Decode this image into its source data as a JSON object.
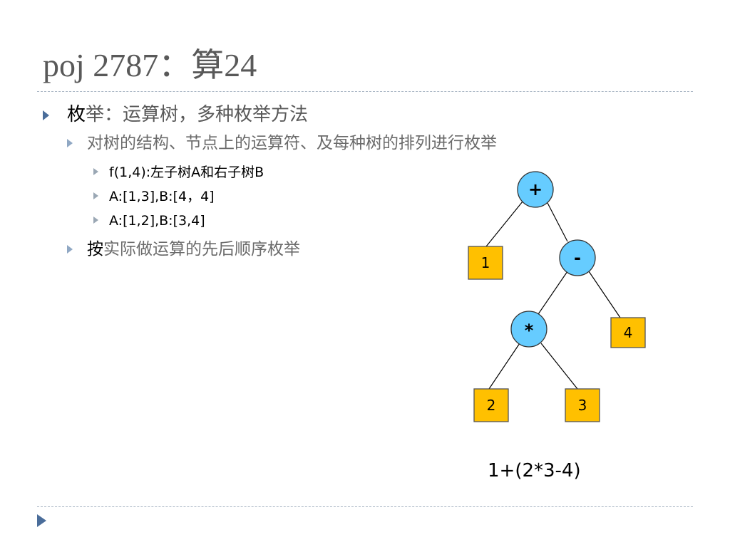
{
  "slide": {
    "title": "poj 2787：算24"
  },
  "bullets": {
    "b1": {
      "lead": "枚",
      "rest": "举：运算树，多种枚举方法"
    },
    "b2": {
      "text": "对树的结构、节点上的运算符、及每种树的排列进行枚举"
    },
    "b3": {
      "text": "f(1,4):左子树A和右子树B"
    },
    "b4": {
      "text": "A:[1,3],B:[4，4]"
    },
    "b5": {
      "text": "A:[1,2],B:[3,4]"
    },
    "b6": {
      "lead": "按",
      "rest": "实际做运算的先后顺序枚举"
    }
  },
  "tree": {
    "nodes": {
      "plus": "+",
      "minus": "-",
      "times": "*",
      "one": "1",
      "four": "4",
      "two": "2",
      "three": "3"
    },
    "expression": "1+(2*3-4)"
  },
  "colors": {
    "operator_fill": "#66ccff",
    "leaf_fill": "#ffc000",
    "bullet_marker": "#4a6d9a"
  }
}
